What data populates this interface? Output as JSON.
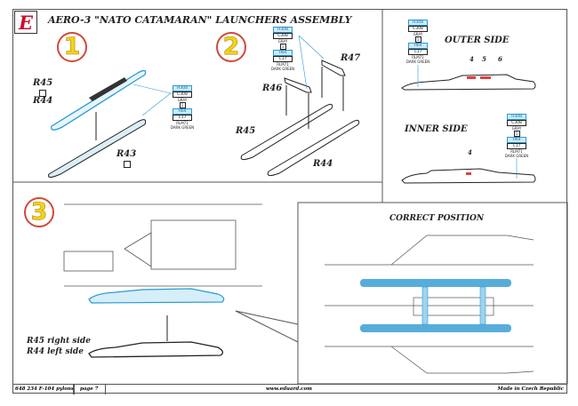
{
  "header": {
    "section_letter": "E",
    "title": "AERO-3 \"NATO CATAMARAN\" LAUNCHERS ASSEMBLY"
  },
  "steps": [
    "1",
    "2",
    "3"
  ],
  "step1": {
    "labels": [
      "R45",
      "R44",
      "R43"
    ]
  },
  "step2": {
    "labels": [
      "R47",
      "R46",
      "R45",
      "R44"
    ]
  },
  "color_callout": {
    "gray_codes": [
      "H308",
      "C308"
    ],
    "gray_name": "GRAY",
    "ratio": "1",
    "green_codes": [
      "H64",
      "C17"
    ],
    "green_rlm": "RLM71",
    "green_name": "DARK GREEN"
  },
  "outer_side": {
    "title": "OUTER SIDE",
    "markers": [
      "4",
      "5",
      "6"
    ]
  },
  "inner_side": {
    "title": "INNER SIDE",
    "markers": [
      "4"
    ]
  },
  "step3": {
    "note_line1": "R45 right side",
    "note_line2": "R44 left side"
  },
  "correct_position": {
    "title": "CORRECT POSITION"
  },
  "footer": {
    "kit": "648 234  F-104 pylons",
    "page": "page 7",
    "website": "www.eduard.com",
    "origin": "Made in Czech Republic"
  },
  "colors": {
    "highlight_blue": "#2a9ad4",
    "logo_red": "#c8102e",
    "step_yellow": "#f2d21a"
  }
}
